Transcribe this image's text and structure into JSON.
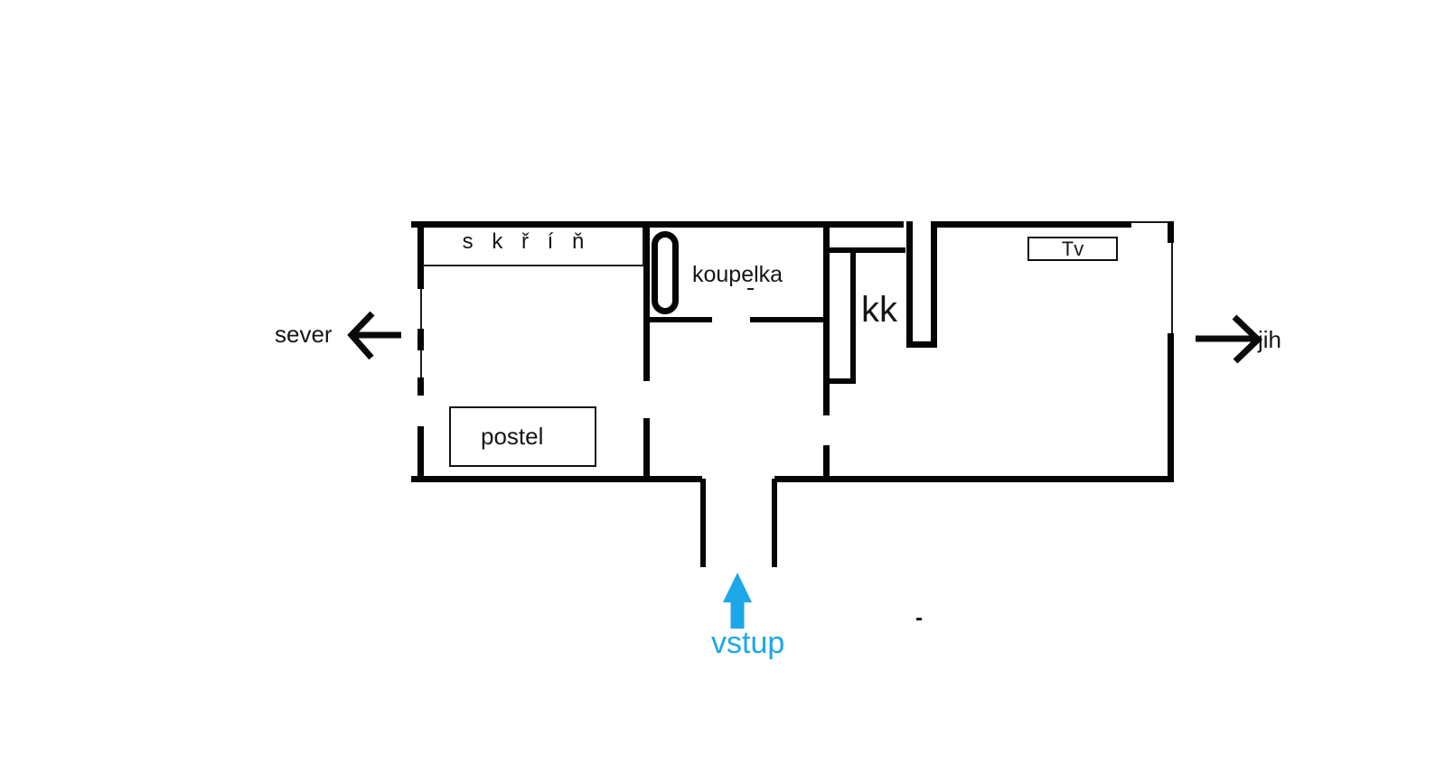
{
  "diagram": {
    "type": "floor-plan",
    "rooms": {
      "bedroom": {
        "wardrobe_label": "s k ř í ň",
        "bed_label": "postel"
      },
      "bathroom": {
        "label": "koupelka"
      },
      "kitchenette": {
        "label": "kk"
      },
      "living_room": {
        "tv_label": "Tv"
      }
    },
    "directions": {
      "north": {
        "label": "sever"
      },
      "south": {
        "label": "jih"
      }
    },
    "entrance": {
      "label": "vstup"
    }
  },
  "colors": {
    "wall": "#050505",
    "text": "#161616",
    "entrance_accent": "#1ca7e8"
  }
}
